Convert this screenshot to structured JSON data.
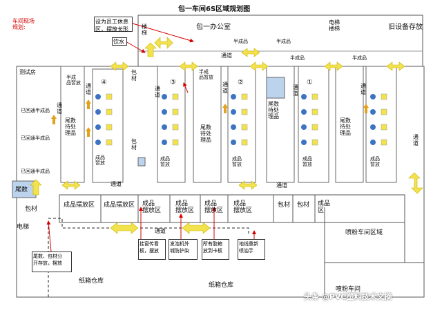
{
  "title": "包一车间6S区域规划图",
  "plan_label": "车间现场\n规划:",
  "callouts": {
    "rest_area": "设为员工休息\n区，摆放长形",
    "drinking": "饮水",
    "hang_board": "挂窗传看\n板，摆放",
    "foam_protect": "发泡机外\n城防护染",
    "pallet": "所有胶箱\n放到卡板",
    "ground_paint": "地线重新\n喷油手",
    "tail_material": "尾数、包材分\n开存放，摆放"
  },
  "rooms": {
    "office": "包一办公室",
    "elevator_top": "电梯\n楼梯",
    "old_equipment": "旧设备存放",
    "stairs": "楼\n梯",
    "test_room": "测试房",
    "elevator_left": "电梯",
    "carton_left": "纸箱仓库",
    "carton_mid": "纸箱仓库",
    "spray_area": "喷粉车间区域",
    "spray_room": "喷粉车间",
    "watermark": "头条 @PVC塑料技术文摘"
  },
  "labels": {
    "aisle": "通道",
    "aisle_v": "通\n道",
    "tail_pending": "尾数\n待处\n理品",
    "tail_pending_blue": "尾数\n待处\n理品",
    "pack": "包\n材",
    "semi_small": "半成\n品暂放",
    "semi": "半成品",
    "finished_small": "成品\n暂放",
    "wb_line": "已回通半成品",
    "tail": "尾数",
    "pack2": "包材",
    "finished_area": "成品摆放区",
    "finished_area_small": "成品\n摆放区",
    "finished_area_v": "成品\n区",
    "pack_v": "包材",
    "circles": [
      "④",
      "③",
      "②",
      "①"
    ]
  },
  "colors": {
    "blue": "#bcd3ee",
    "yellow": "#f2e24d",
    "arrow": "#e3a21b",
    "red": "#d40000",
    "worker": "#3c73c2"
  }
}
